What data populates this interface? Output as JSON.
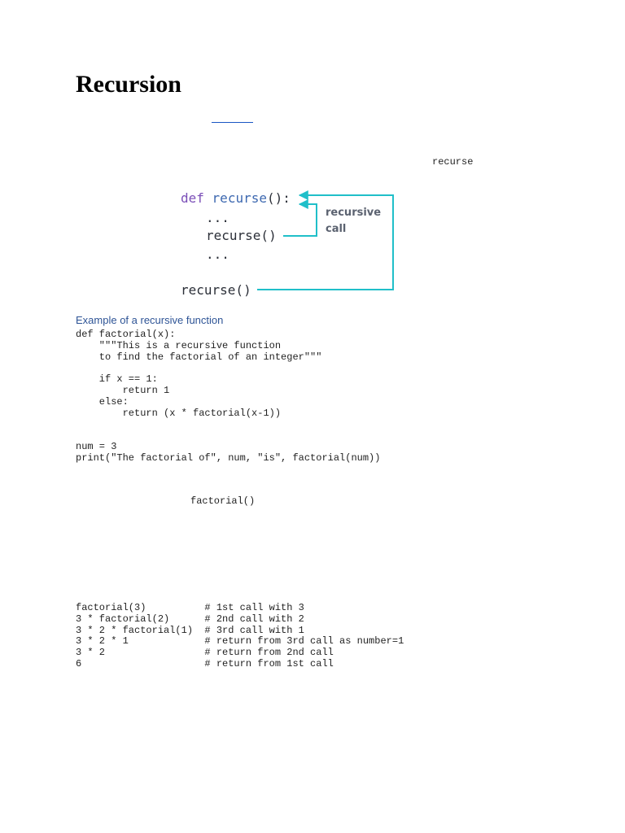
{
  "page": {
    "title": "Recursion",
    "inline_term_recurse": "recurse",
    "inline_term_factorial": "factorial()",
    "example_caption": "Example of a recursive function"
  },
  "diagram": {
    "def_keyword": "def",
    "def_name": "recurse",
    "def_suffix": "():",
    "ellipsis": "...",
    "inner_call": "recurse()",
    "outer_call": "recurse()",
    "label_line1": "recursive",
    "label_line2": "call",
    "colors": {
      "keyword": "#7b4fb8",
      "funcname": "#3d68b0",
      "arrow": "#20bfc9",
      "label": "#5b6270",
      "code": "#2b2f38"
    }
  },
  "code": {
    "lines": [
      "def factorial(x):",
      "    \"\"\"This is a recursive function",
      "    to find the factorial of an integer\"\"\"",
      "",
      "    if x == 1:",
      "        return 1",
      "    else:",
      "        return (x * factorial(x-1))"
    ],
    "lines2": [
      "num = 3",
      "print(\"The factorial of\", num, \"is\", factorial(num))"
    ]
  },
  "trace": {
    "lines": [
      "factorial(3)          # 1st call with 3",
      "3 * factorial(2)      # 2nd call with 2",
      "3 * 2 * factorial(1)  # 3rd call with 1",
      "3 * 2 * 1             # return from 3rd call as number=1",
      "3 * 2                 # return from 2nd call",
      "6                     # return from 1st call"
    ]
  }
}
